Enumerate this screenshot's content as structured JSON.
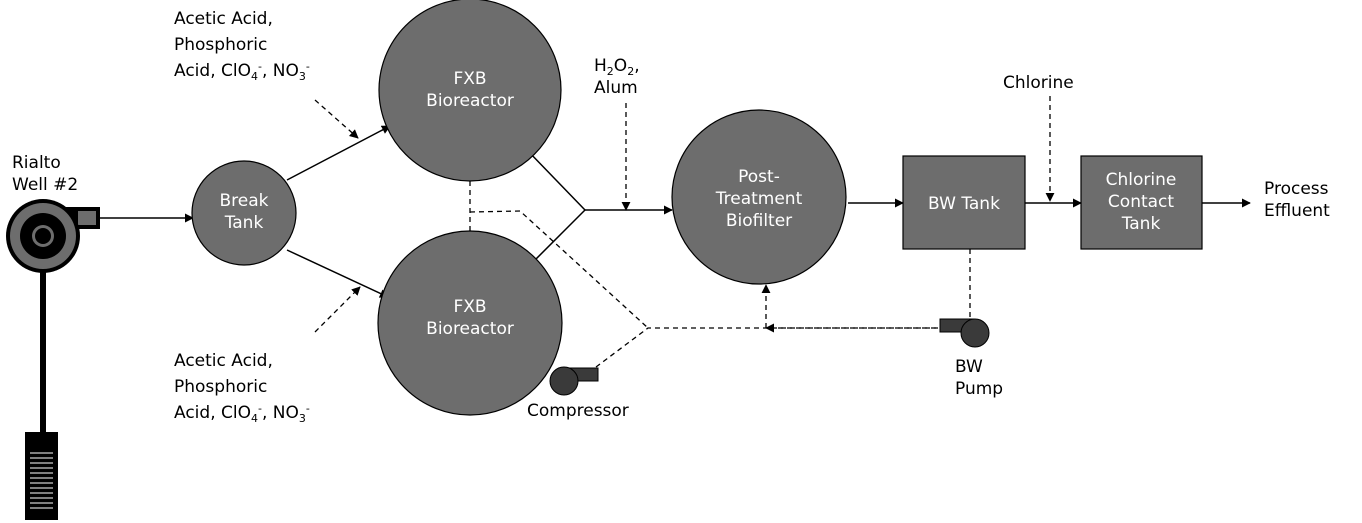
{
  "nodes": {
    "well": {
      "line1": "Rialto",
      "line2": "Well #2"
    },
    "break_tank": {
      "line1": "Break",
      "line2": "Tank"
    },
    "fxb_top": {
      "line1": "FXB",
      "line2": "Bioreactor"
    },
    "fxb_bottom": {
      "line1": "FXB",
      "line2": "Bioreactor"
    },
    "biofilter": {
      "line1": "Post-",
      "line2": "Treatment",
      "line3": "Biofilter"
    },
    "bw_tank": {
      "label": "BW Tank"
    },
    "chlorine_tank": {
      "line1": "Chlorine",
      "line2": "Contact",
      "line3": "Tank"
    },
    "bw_pump": {
      "line1": "BW",
      "line2": "Pump"
    },
    "compressor": {
      "label": "Compressor"
    },
    "effluent": {
      "line1": "Process",
      "line2": "Effluent"
    }
  },
  "chemicals": {
    "top": {
      "line1": "Acetic Acid,",
      "line2": "Phosphoric",
      "line3a": "Acid, ClO",
      "sub1": "4",
      "sup1": "-",
      "line3b": ", NO",
      "sub2": "3",
      "sup2": "-"
    },
    "bottom": {
      "line1": "Acetic Acid,",
      "line2": "Phosphoric",
      "line3a": "Acid, ClO",
      "sub1": "4",
      "sup1": "-",
      "line3b": ", NO",
      "sub2": "3",
      "sup2": "-"
    },
    "h2o2": {
      "h": "H",
      "sub1": "2",
      "o": "O",
      "sub2": "2",
      "comma": ",",
      "line2": "Alum"
    },
    "chlorine": {
      "label": "Chlorine"
    }
  },
  "colors": {
    "node_fill": "#6d6d6d",
    "pump_fill": "#3a3a3a",
    "line": "#000000"
  }
}
